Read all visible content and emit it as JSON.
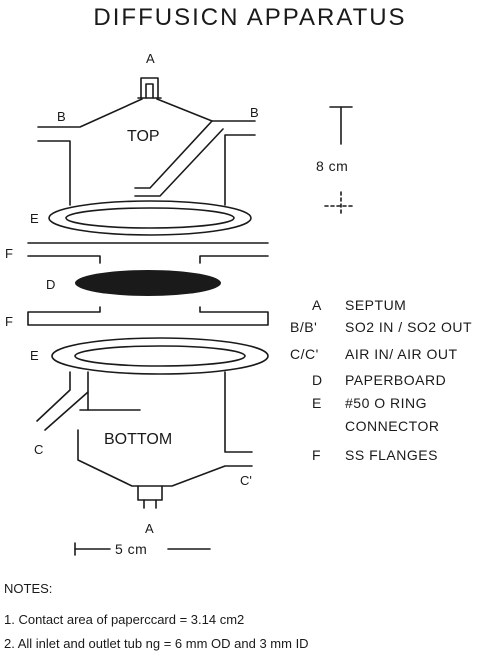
{
  "title": "DIFFUSICN APPARATUS",
  "parts": {
    "septum_top": "A",
    "inlet_left": "B",
    "outlet_right": "B",
    "top_chamber": "TOP",
    "scale_height": "8 cm",
    "oring_top": "E",
    "flange_upper": "F",
    "paperboard": "D",
    "flange_lower": "F",
    "oring_bottom": "E",
    "air_in": "C",
    "bottom_chamber": "BOTTOM",
    "air_out": "C'",
    "septum_bottom": "A",
    "scale_width": "5 cm"
  },
  "legend": [
    {
      "key": "A",
      "desc": "SEPTUM"
    },
    {
      "key": "B/B'",
      "desc": "SO2 IN / SO2 OUT"
    },
    {
      "key": "C/C'",
      "desc": "AIR IN/ AIR OUT"
    },
    {
      "key": "D",
      "desc": "PAPERBOARD"
    },
    {
      "key": "E",
      "desc": "#50 O RING"
    },
    {
      "key": "",
      "desc": "CONNECTOR"
    },
    {
      "key": "F",
      "desc": "SS FLANGES"
    }
  ],
  "notes": {
    "heading": "NOTES:",
    "items": [
      "1.  Contact area of paperccard = 3.14 cm2",
      "2.  All inlet and outlet tub ng = 6 mm OD and 3 mm ID"
    ]
  }
}
